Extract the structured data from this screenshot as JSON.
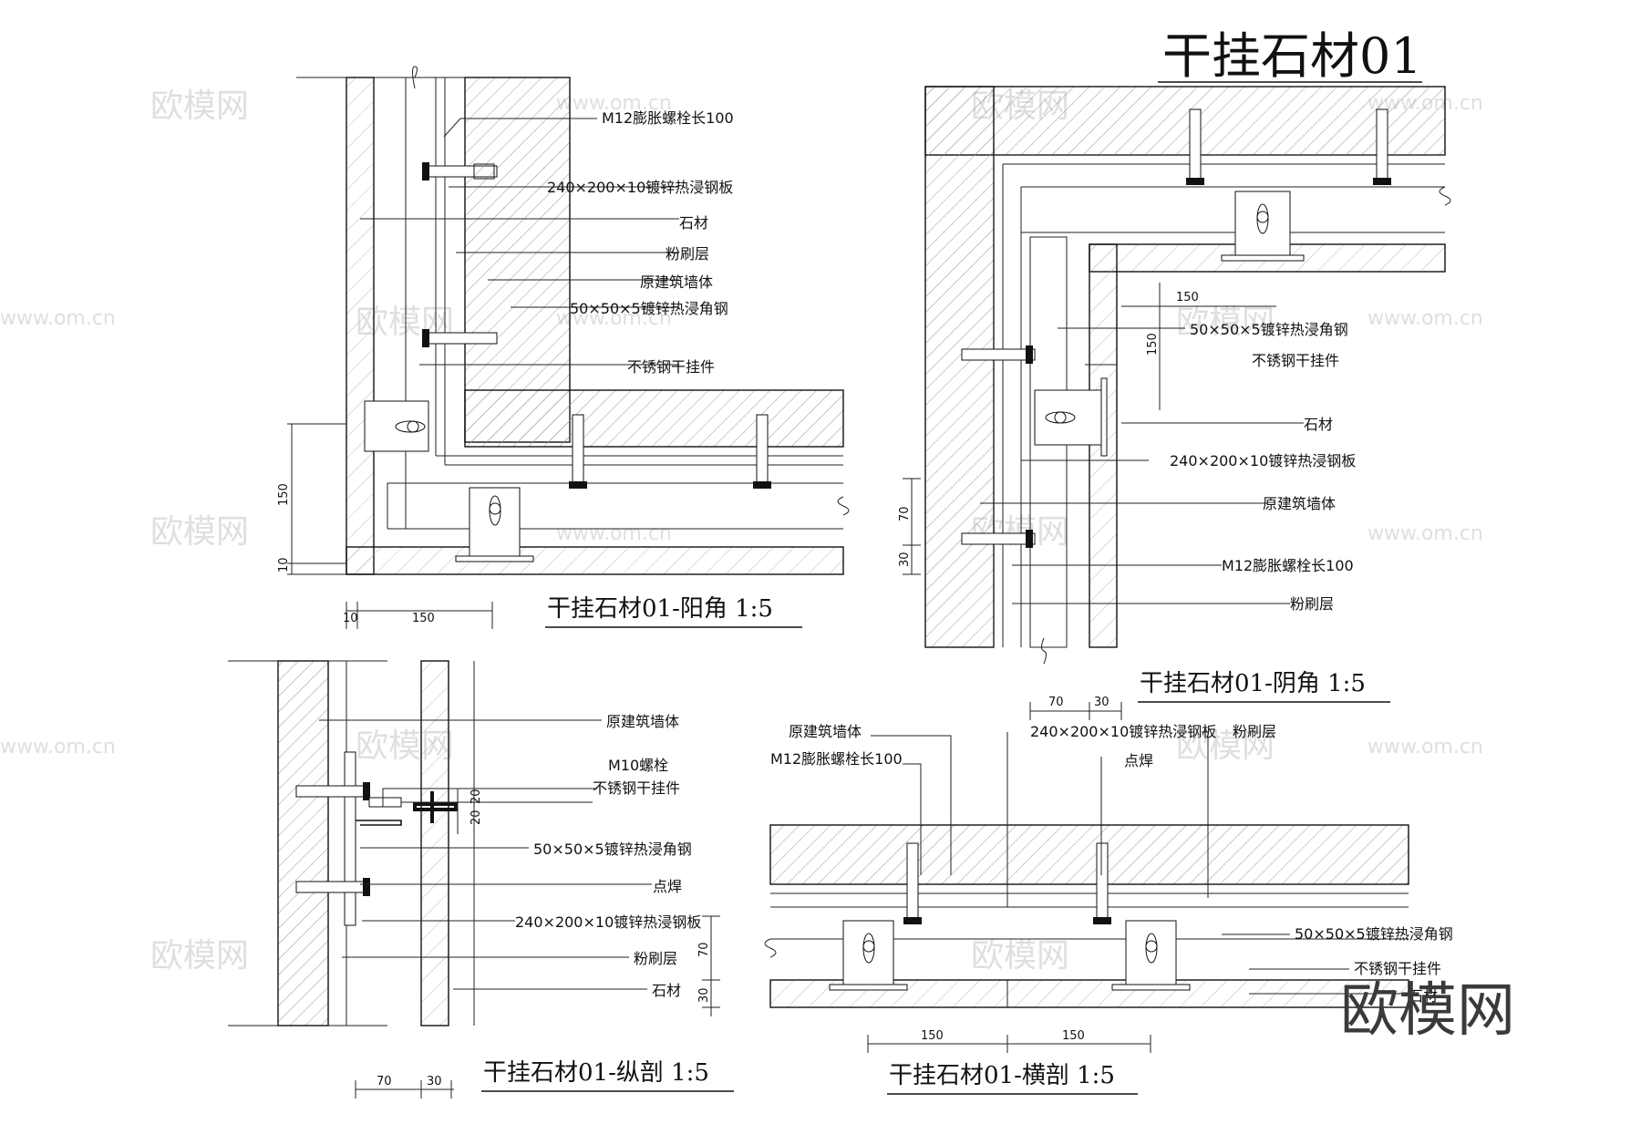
{
  "title": "干挂石材01",
  "views": {
    "yangjiao": {
      "caption": "干挂石材01-阳角 1:5",
      "labels": [
        "M12膨胀螺栓长100",
        "240×200×10镀锌热浸钢板",
        "石材",
        "粉刷层",
        "原建筑墙体",
        "50×50×5镀锌热浸角钢",
        "不锈钢干挂件"
      ],
      "dims": [
        "150",
        "10",
        "10",
        "150"
      ]
    },
    "yinjiao": {
      "caption": "干挂石材01-阴角 1:5",
      "labels": [
        "50×50×5镀锌热浸角钢",
        "不锈钢干挂件",
        "石材",
        "240×200×10镀锌热浸钢板",
        "原建筑墙体",
        "M12膨胀螺栓长100",
        "粉刷层"
      ],
      "dims": [
        "150",
        "150",
        "70",
        "30",
        "70",
        "30"
      ]
    },
    "zongpou": {
      "caption": "干挂石材01-纵剖 1:5",
      "labels": [
        "原建筑墙体",
        "M10螺栓",
        "不锈钢干挂件",
        "50×50×5镀锌热浸角钢",
        "点焊",
        "240×200×10镀锌热浸钢板",
        "粉刷层",
        "石材"
      ],
      "dims": [
        "20",
        "20",
        "70",
        "30",
        "70",
        "30"
      ]
    },
    "hengpou": {
      "caption": "干挂石材01-横剖 1:5",
      "labels": [
        "原建筑墙体",
        "M12膨胀螺栓长100",
        "240×200×10镀锌热浸钢板",
        "粉刷层",
        "点焊",
        "50×50×5镀锌热浸角钢",
        "不锈钢干挂件",
        "石材"
      ],
      "dims": [
        "150",
        "150"
      ]
    }
  },
  "watermark": {
    "text": "欧模网",
    "url": "www.om.cn"
  },
  "brand": "欧模网"
}
